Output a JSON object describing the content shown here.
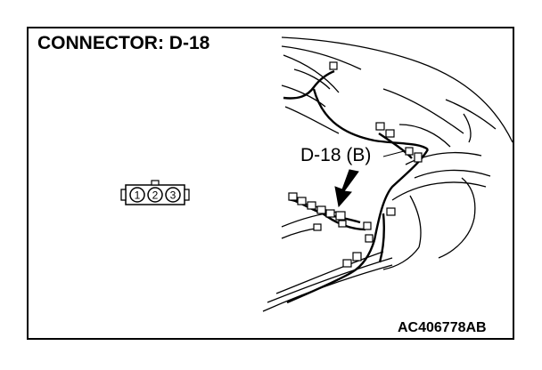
{
  "title": "CONNECTOR: D-18",
  "connector": {
    "pins": [
      "1",
      "2",
      "3"
    ]
  },
  "callout_label": "D-18 (B)",
  "figure_code": "AC406778AB"
}
